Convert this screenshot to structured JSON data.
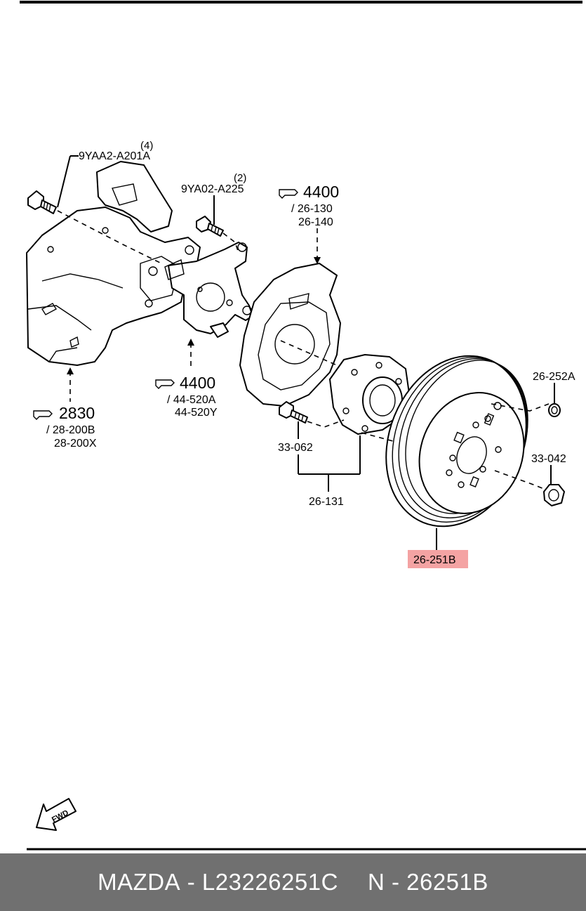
{
  "labels": {
    "bolt_upper": "9YAA2-A201A",
    "bolt_upper_qty": "(4)",
    "bolt_mid": "9YA02-A225",
    "bolt_mid_qty": "(2)",
    "ref_4400_top": "4400",
    "ref_4400_top_a": "/ 26-130",
    "ref_4400_top_b": "26-140",
    "ref_4400_bottom": "4400",
    "ref_4400_bottom_a": "/ 44-520A",
    "ref_4400_bottom_b": "44-520Y",
    "ref_2830": "2830",
    "ref_2830_a": "/ 28-200B",
    "ref_2830_b": "28-200X",
    "part_33062": "33-062",
    "part_26131": "26-131",
    "part_26252a": "26-252A",
    "part_33042": "33-042",
    "part_26251b": "26-251B",
    "fwd": "FWD"
  },
  "highlight_color": "#f4a3a3",
  "footer": {
    "brand": "MAZDA",
    "part_number": "L23226251C",
    "catalog_prefix": "N",
    "catalog_number": "26251B"
  }
}
